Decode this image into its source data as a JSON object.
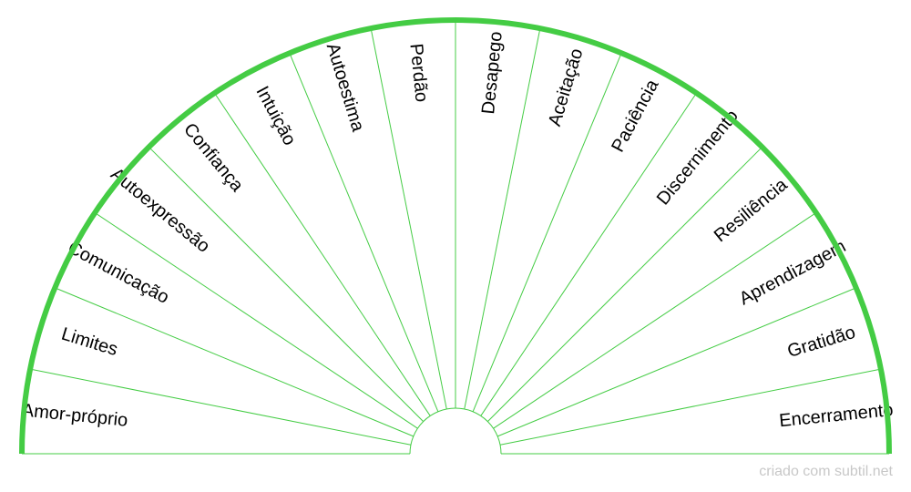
{
  "chart": {
    "type": "semicircle-pendulum-chart",
    "colors": {
      "accent": "#44cc44",
      "divider": "#44cc44",
      "text": "#000000"
    },
    "sections": [
      "Amor-próprio",
      "Limites",
      "Comunicação",
      "Autoexpressão",
      "Confiança",
      "Intuição",
      "Autoestima",
      "Perdão",
      "Desapego",
      "Aceitação",
      "Paciência",
      "Discernimento",
      "Resiliência",
      "Aprendizagem",
      "Gratidão",
      "Encerramento"
    ]
  },
  "footer": {
    "credit": "criado com subtil.net"
  }
}
